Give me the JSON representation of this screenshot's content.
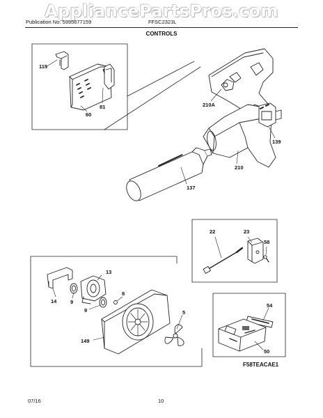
{
  "watermark": "AppliancePartsPros.com",
  "header": {
    "publication": "Publication No: 5995677159",
    "model": "FFSC2323L"
  },
  "section_title": "CONTROLS",
  "parts": {
    "p115": "115",
    "p60": "60",
    "p81": "81",
    "p210A": "210A",
    "p139": "139",
    "p210": "210",
    "p137": "137",
    "p22": "22",
    "p23": "23",
    "p58": "58",
    "p13": "13",
    "p14": "14",
    "p9a": "9",
    "p9b": "9",
    "p8": "8",
    "p5": "5",
    "p149": "149",
    "p54": "54",
    "p50": "50"
  },
  "diagram_code": "F58TEACAE1",
  "footer": {
    "date": "07/16",
    "page": "10"
  }
}
